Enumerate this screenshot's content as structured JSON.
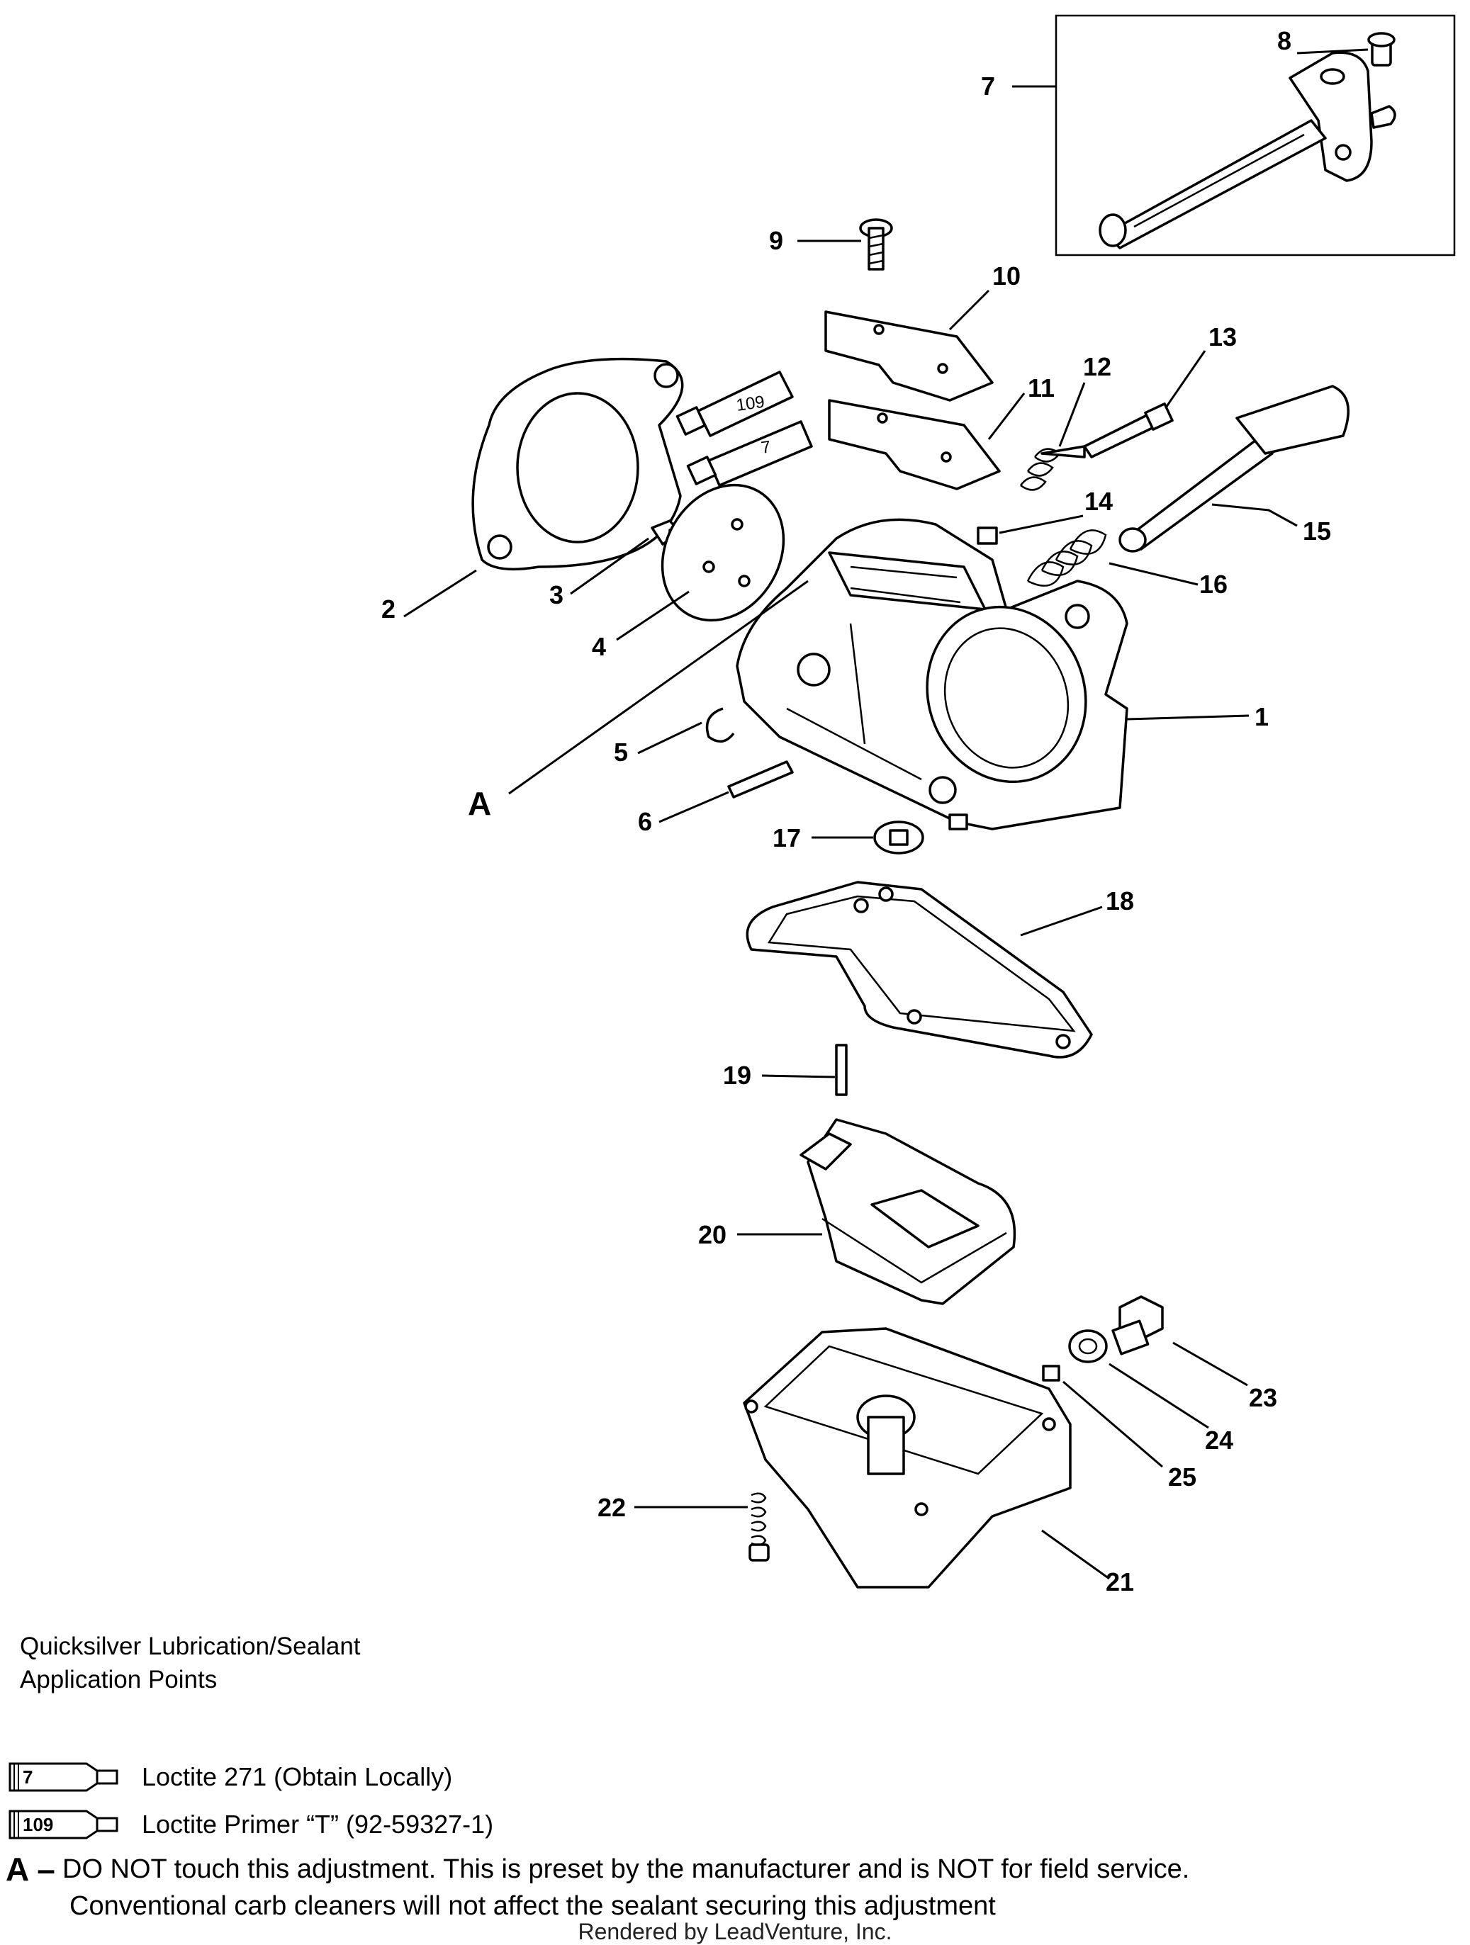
{
  "callouts": [
    {
      "id": "1",
      "label": "1"
    },
    {
      "id": "2",
      "label": "2"
    },
    {
      "id": "3",
      "label": "3"
    },
    {
      "id": "4",
      "label": "4"
    },
    {
      "id": "5",
      "label": "5"
    },
    {
      "id": "6",
      "label": "6"
    },
    {
      "id": "7",
      "label": "7"
    },
    {
      "id": "8",
      "label": "8"
    },
    {
      "id": "9",
      "label": "9"
    },
    {
      "id": "10",
      "label": "10"
    },
    {
      "id": "11",
      "label": "11"
    },
    {
      "id": "12",
      "label": "12"
    },
    {
      "id": "13",
      "label": "13"
    },
    {
      "id": "14",
      "label": "14"
    },
    {
      "id": "15",
      "label": "15"
    },
    {
      "id": "16",
      "label": "16"
    },
    {
      "id": "17",
      "label": "17"
    },
    {
      "id": "18",
      "label": "18"
    },
    {
      "id": "19",
      "label": "19"
    },
    {
      "id": "20",
      "label": "20"
    },
    {
      "id": "21",
      "label": "21"
    },
    {
      "id": "22",
      "label": "22"
    },
    {
      "id": "23",
      "label": "23"
    },
    {
      "id": "24",
      "label": "24"
    },
    {
      "id": "25",
      "label": "25"
    },
    {
      "id": "A",
      "label": "A"
    }
  ],
  "sealant_tubes_in_diagram": [
    "109",
    "7"
  ],
  "legend": {
    "heading_line1": "Quicksilver Lubrication/Sealant",
    "heading_line2": "Application Points",
    "items": [
      {
        "code": "7",
        "text": "Loctite 271 (Obtain Locally)"
      },
      {
        "code": "109",
        "text": "Loctite  Primer “T” (92-59327-1)"
      }
    ]
  },
  "note": {
    "letter": "A –",
    "line1": "DO NOT touch this adjustment. This is preset by the manufacturer and is NOT for field service.",
    "line2": "Conventional carb cleaners will not affect the sealant securing this adjustment"
  },
  "footer": "Rendered by LeadVenture, Inc."
}
